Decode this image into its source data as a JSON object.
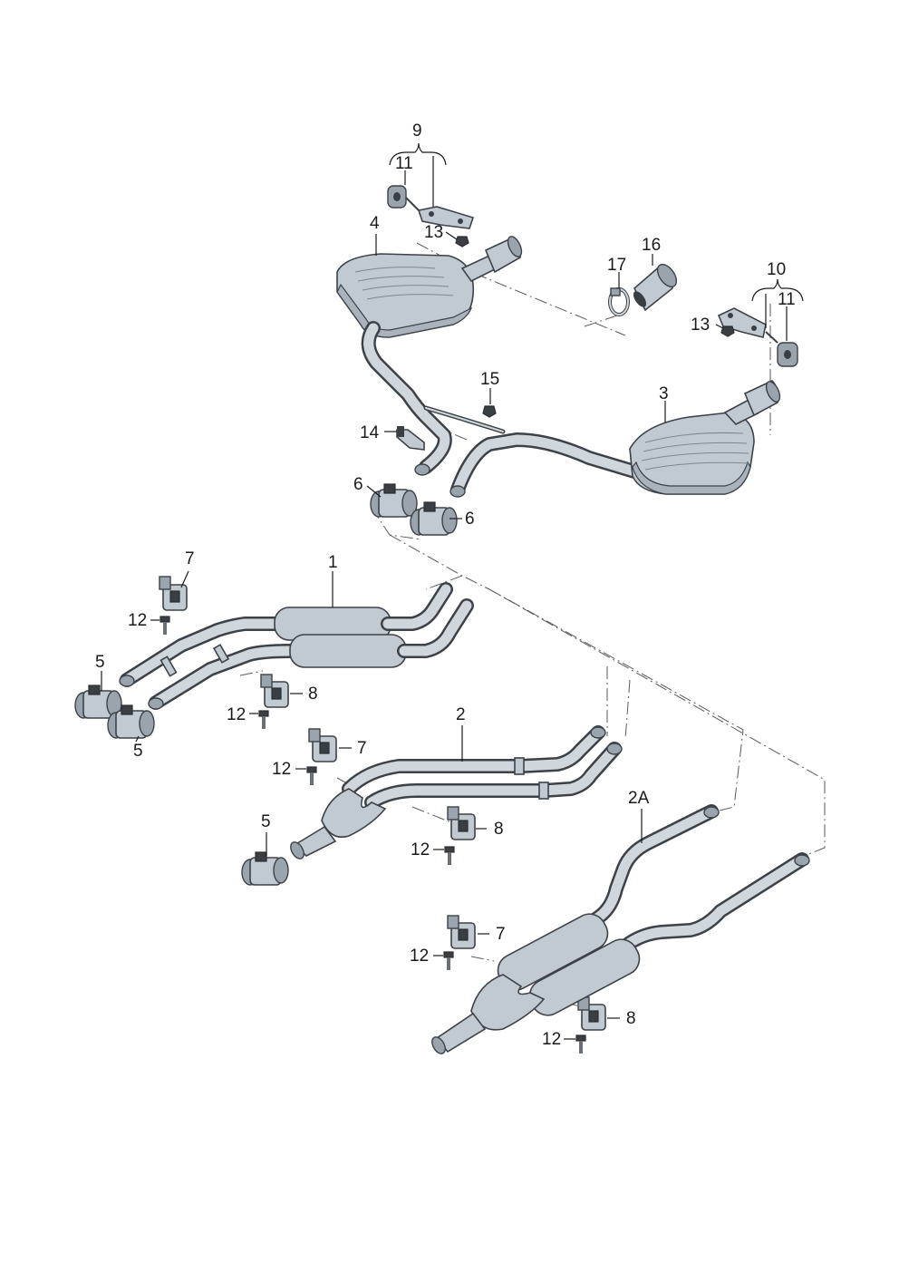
{
  "diagram": {
    "callouts": [
      {
        "id": "c9",
        "text": "9"
      },
      {
        "id": "c11a",
        "text": "11"
      },
      {
        "id": "c13a",
        "text": "13"
      },
      {
        "id": "c4",
        "text": "4"
      },
      {
        "id": "c16",
        "text": "16"
      },
      {
        "id": "c17",
        "text": "17"
      },
      {
        "id": "c10",
        "text": "10"
      },
      {
        "id": "c11b",
        "text": "11"
      },
      {
        "id": "c13b",
        "text": "13"
      },
      {
        "id": "c15",
        "text": "15"
      },
      {
        "id": "c3",
        "text": "3"
      },
      {
        "id": "c14",
        "text": "14"
      },
      {
        "id": "c6a",
        "text": "6"
      },
      {
        "id": "c6b",
        "text": "6"
      },
      {
        "id": "c7a",
        "text": "7"
      },
      {
        "id": "c1",
        "text": "1"
      },
      {
        "id": "c12a",
        "text": "12"
      },
      {
        "id": "c5a",
        "text": "5"
      },
      {
        "id": "c8a",
        "text": "8"
      },
      {
        "id": "c12b",
        "text": "12"
      },
      {
        "id": "c5b",
        "text": "5"
      },
      {
        "id": "c2",
        "text": "2"
      },
      {
        "id": "c7b",
        "text": "7"
      },
      {
        "id": "c12c",
        "text": "12"
      },
      {
        "id": "c5c",
        "text": "5"
      },
      {
        "id": "c8b",
        "text": "8"
      },
      {
        "id": "c12d",
        "text": "12"
      },
      {
        "id": "c2A",
        "text": "2A"
      },
      {
        "id": "c7c",
        "text": "7"
      },
      {
        "id": "c12e",
        "text": "12"
      },
      {
        "id": "c8c",
        "text": "8"
      },
      {
        "id": "c12f",
        "text": "12"
      }
    ]
  }
}
